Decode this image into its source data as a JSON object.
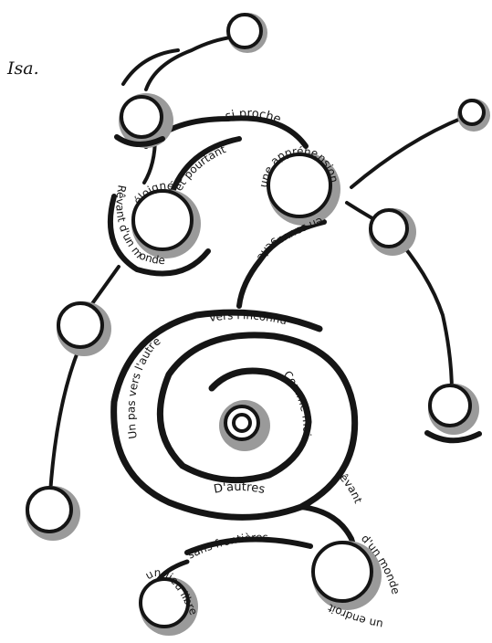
{
  "signature": "Isa.",
  "phrases": {
    "si_proche": "si proche",
    "et_pourtant": "et pourtant",
    "une_apprehension": "une appréhension",
    "en_sauvagerie": "en sauvagerie",
    "eloigne": "éloigné",
    "revant_dun_monde": "Rêvant d'un monde",
    "vers_linconnu": "vers l'inconnu",
    "un_pas_vers_lautre": "Un pas vers l'autre",
    "comme_moi": "Comme moi",
    "dautres": "D'autres",
    "revant": "rêvant",
    "dun_monde": "d'un monde",
    "un_endroit": "un endroit",
    "sans_frontieres": "sans frontières",
    "un_lieu_libre": "un lieu libre"
  }
}
